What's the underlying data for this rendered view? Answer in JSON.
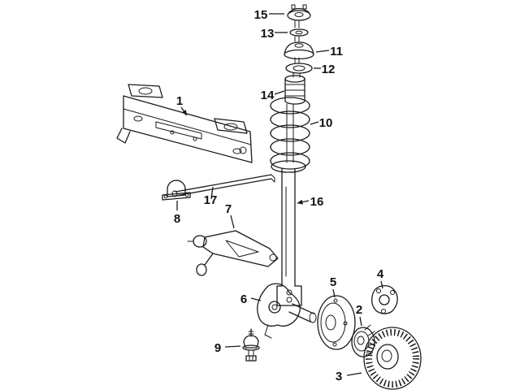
{
  "diagram": {
    "type": "exploded-parts-diagram",
    "background": "#ffffff",
    "line_color": "#1a1a1a",
    "callouts": {
      "c1": "1",
      "c2": "2",
      "c3": "3",
      "c4": "4",
      "c5": "5",
      "c6": "6",
      "c7": "7",
      "c8": "8",
      "c9": "9",
      "c10": "10",
      "c11": "11",
      "c12": "12",
      "c13": "13",
      "c14": "14",
      "c15": "15",
      "c16": "16",
      "c17": "17"
    }
  }
}
